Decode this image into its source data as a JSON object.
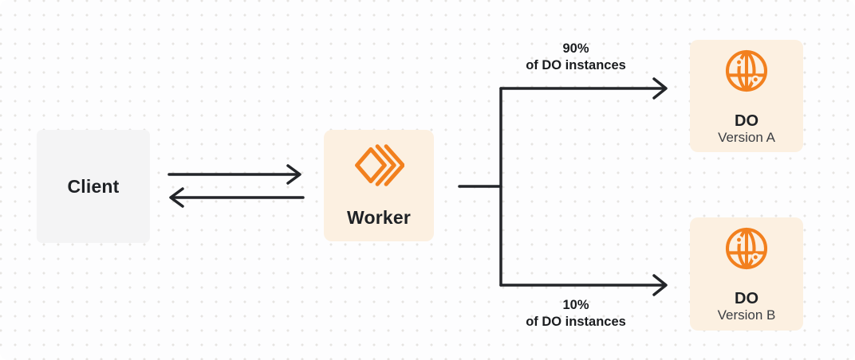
{
  "nodes": {
    "client": {
      "label": "Client"
    },
    "worker": {
      "label": "Worker"
    },
    "do_a": {
      "title": "DO",
      "subtitle": "Version A"
    },
    "do_b": {
      "title": "DO",
      "subtitle": "Version B"
    }
  },
  "edges": {
    "to_a": {
      "percent": "90%",
      "caption": "of DO instances"
    },
    "to_b": {
      "percent": "10%",
      "caption": "of DO instances"
    }
  },
  "icons": {
    "worker": "workers-chevron-icon",
    "durable_object": "globe-icon"
  },
  "colors": {
    "accent_orange": "#F2801E",
    "node_cream": "#FCF0E1",
    "client_gray": "#F4F4F5",
    "line_dark": "#232529",
    "dot_grid": "#E6E4E1",
    "text_dark": "#1E2125",
    "text_sub": "#3B3E43"
  }
}
